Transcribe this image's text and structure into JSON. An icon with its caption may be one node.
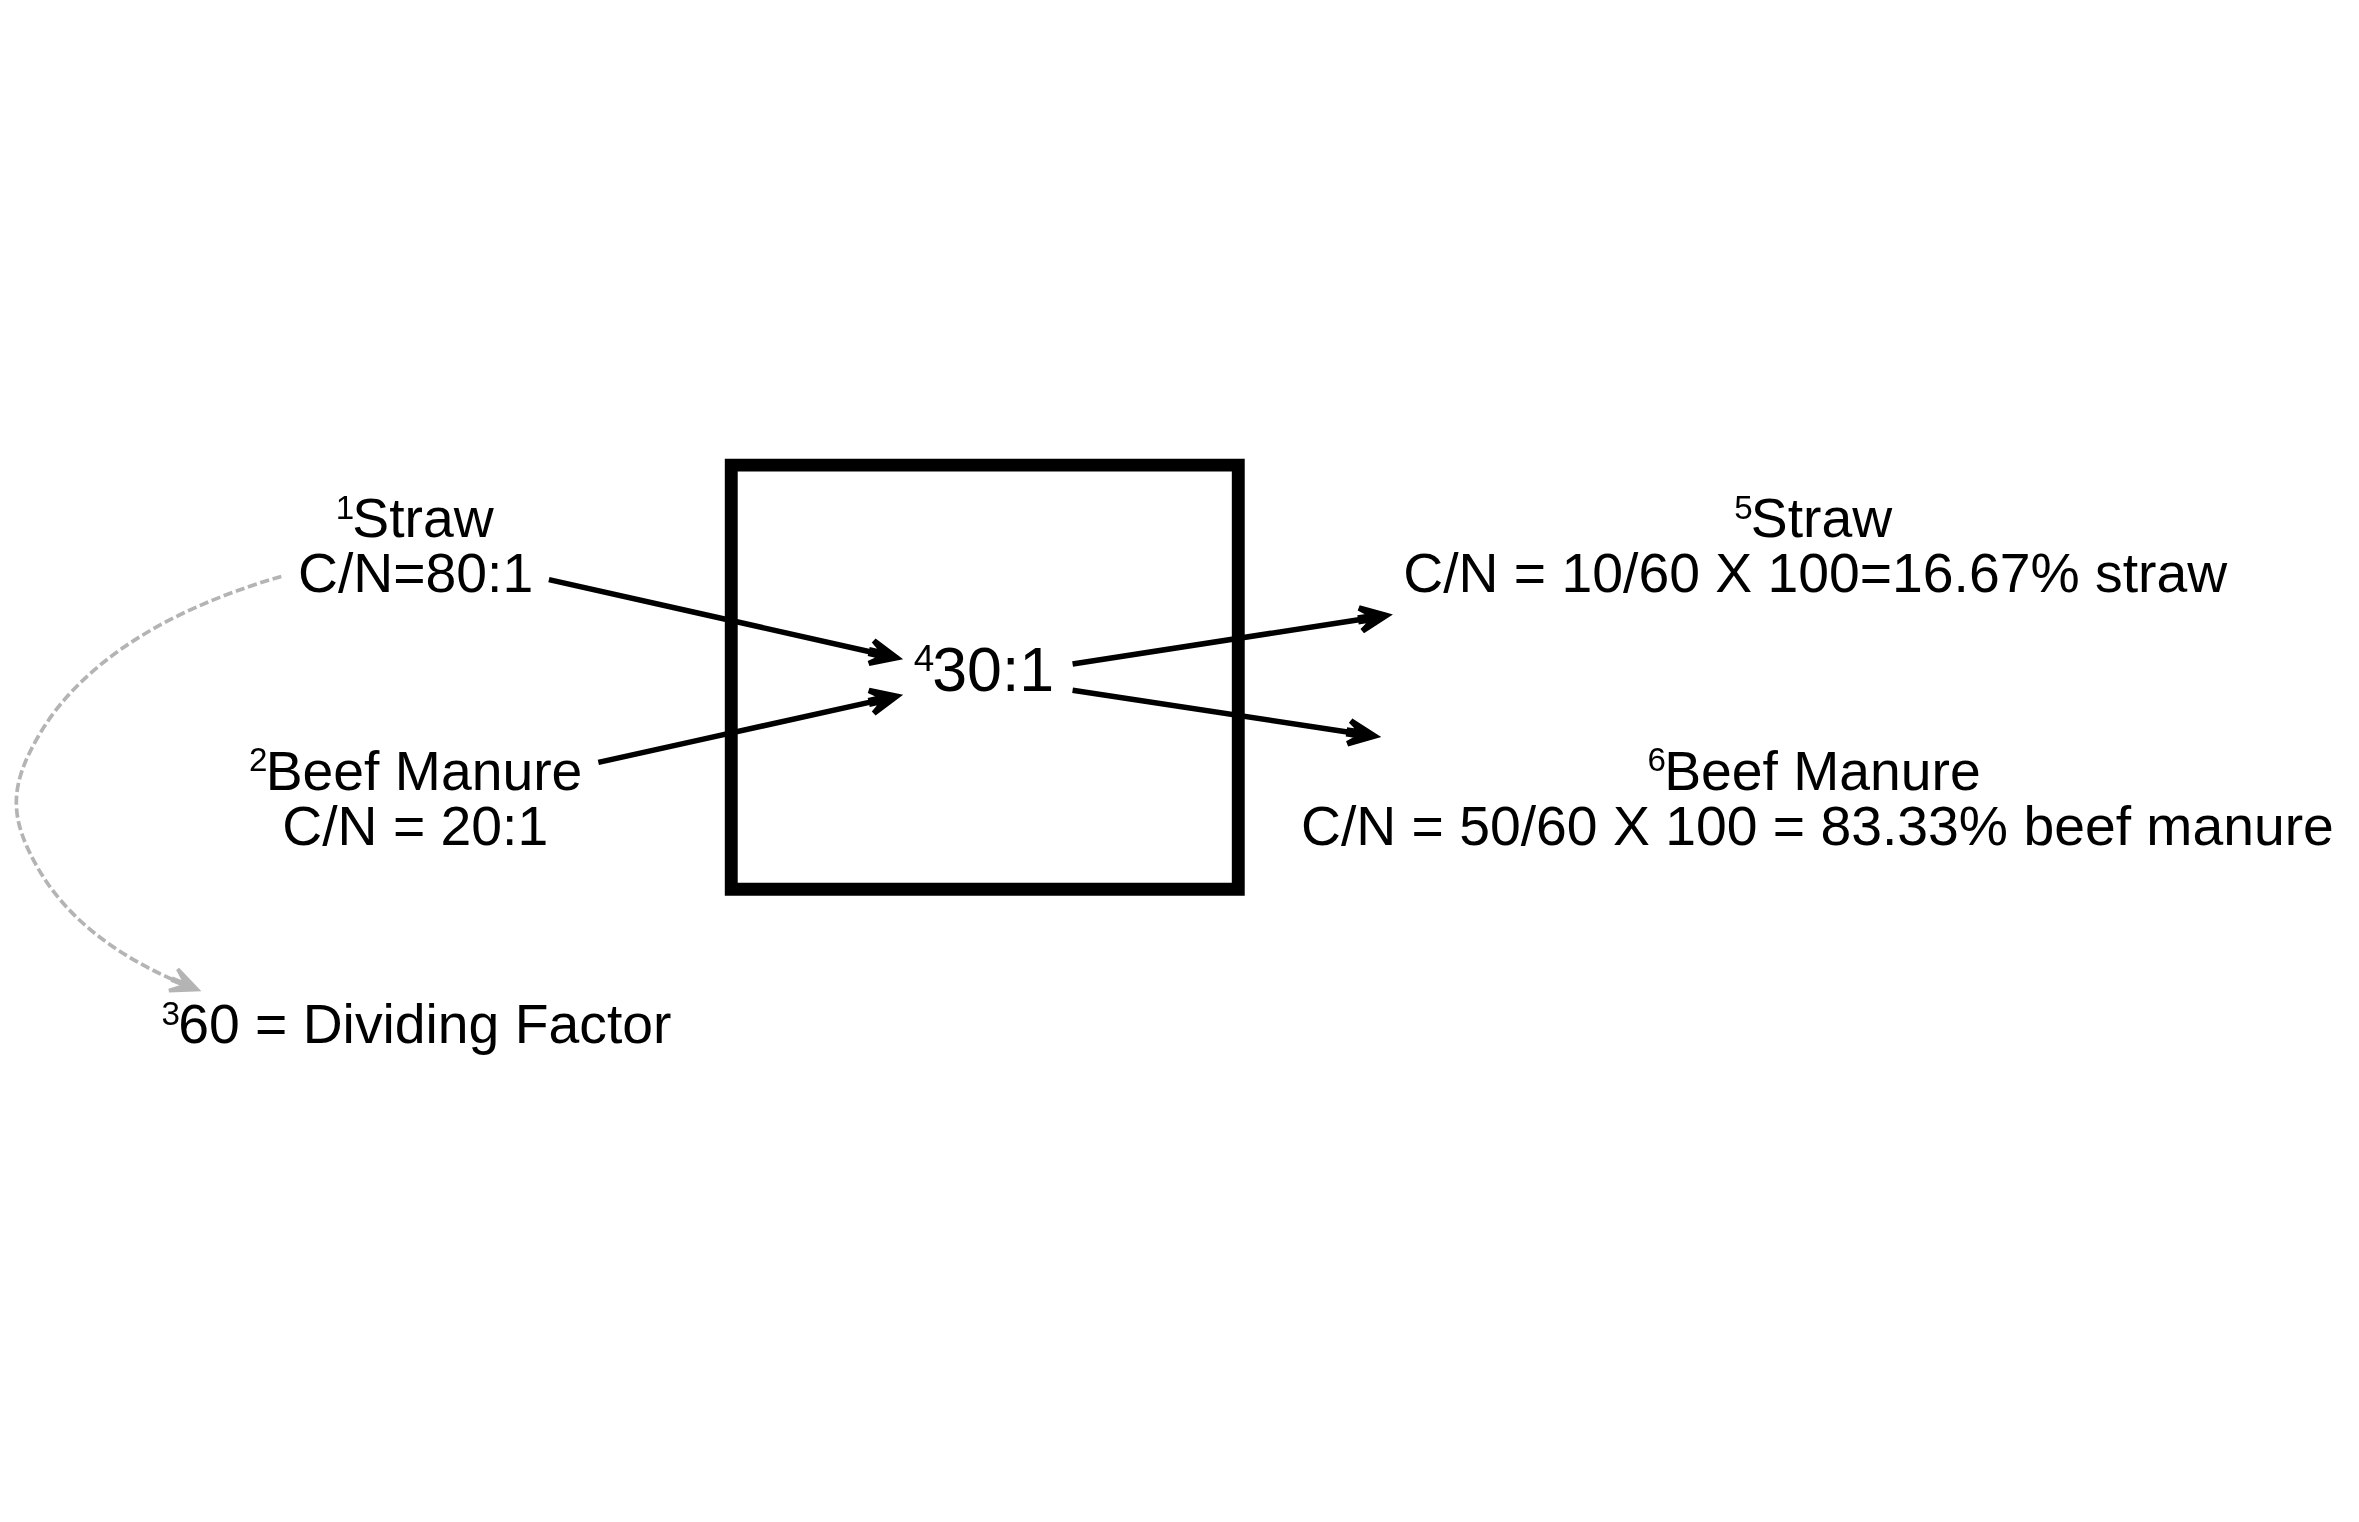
{
  "diagram": {
    "nodes": [
      {
        "text": [
          "$^{1}$Straw",
          "C/N=80:1"
        ]
      },
      {
        "text": [
          "$^{2}$Beef Manure",
          "C/N = 20:1"
        ]
      },
      {
        "text": [
          "$^{3}$60 = Dividing Factor"
        ]
      },
      {
        "text": [],
        "shape": "box"
      },
      {
        "text": [
          "$^{4}$30:1"
        ],
        "in": 3
      },
      {
        "text": [
          "$^{5}$Straw",
          "C/N = 10/60 X 100=16.67% straw"
        ]
      },
      {
        "text": [
          "$^{6}$Beef Manure",
          "C/N = 50/60 X 100 = 83.33% beef manure"
        ]
      }
    ],
    "edges": [
      {
        "from": 0,
        "to": 4,
        "arrow": "to"
      },
      {
        "from": 1,
        "to": 4,
        "arrow": "to"
      },
      {
        "from": 4,
        "to": 5,
        "arrow": "to"
      },
      {
        "from": 4,
        "to": 6,
        "arrow": "to"
      },
      {
        "from": 0,
        "to": 2,
        "arrow": "to",
        "style": "dashed",
        "color": "#b4b4b4"
      }
    ]
  }
}
